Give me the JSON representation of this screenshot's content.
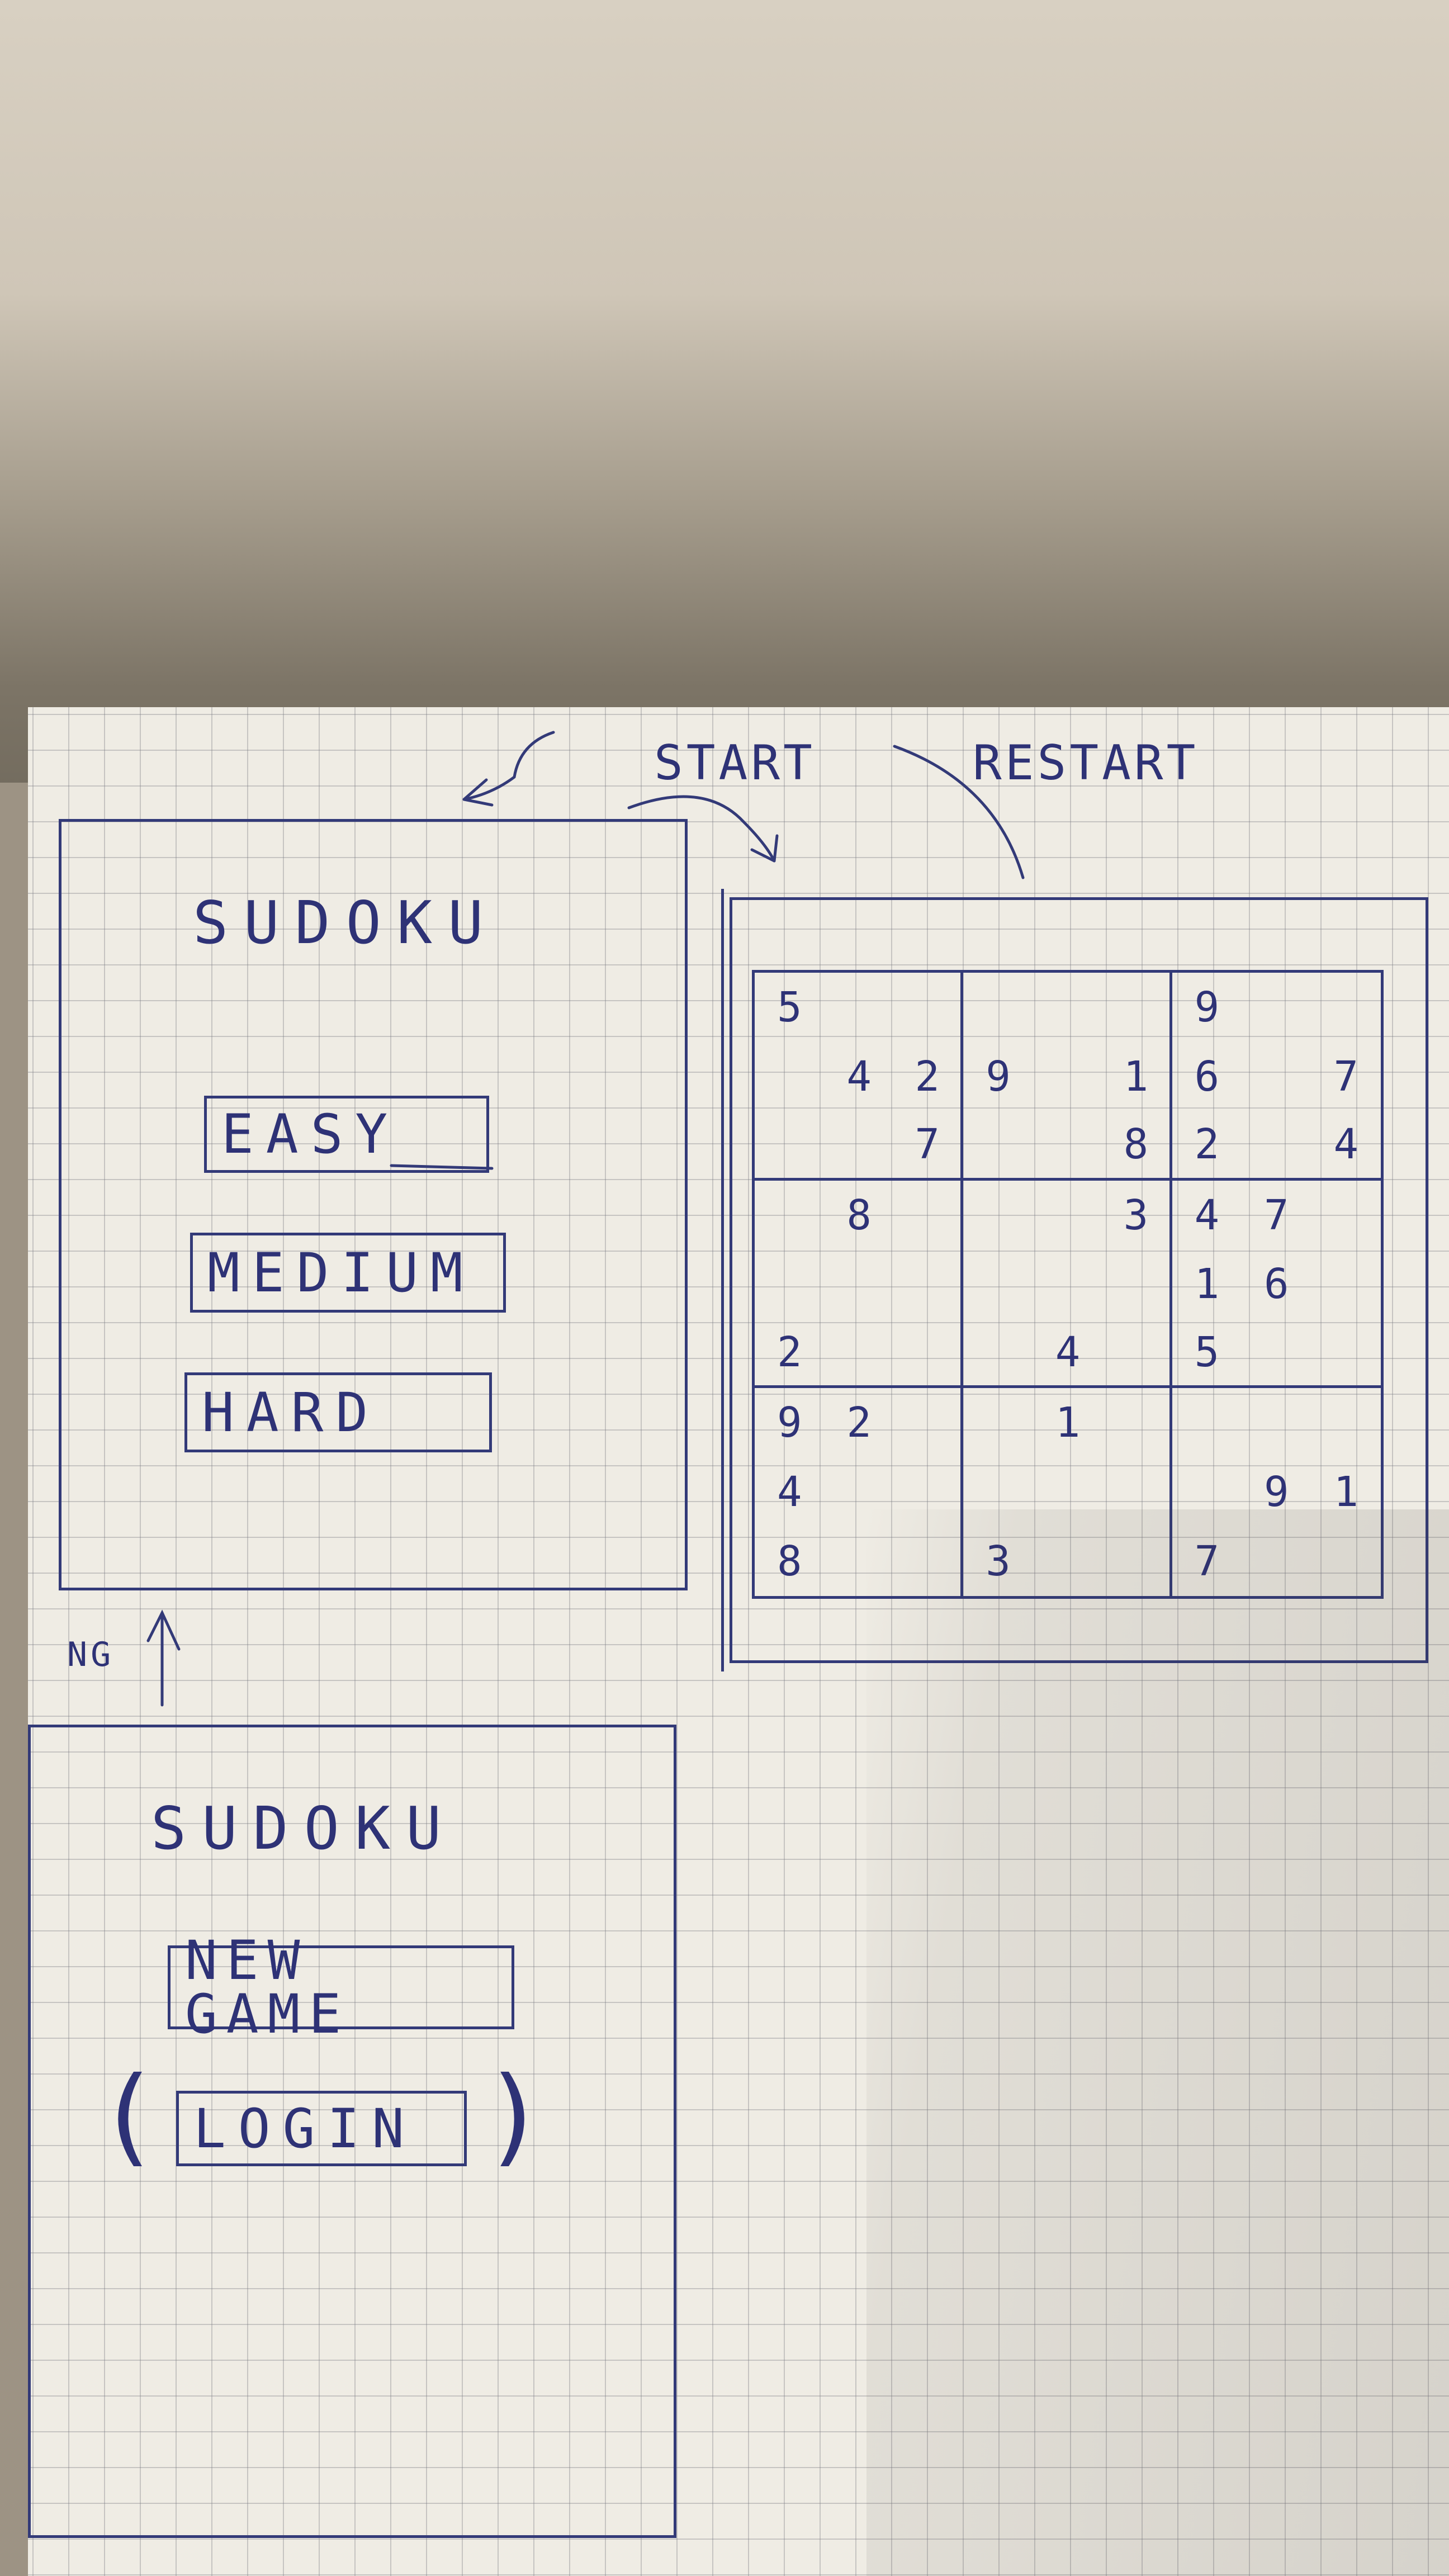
{
  "screen_menu": {
    "title": "SUDOKU",
    "buttons": [
      "EASY",
      "MEDIUM",
      "HARD"
    ]
  },
  "screen_start": {
    "title": "SUDOKU",
    "new_game": "NEW GAME",
    "login": "LOGIN"
  },
  "annotations": {
    "start": "START",
    "restart": "RESTART",
    "ng": "NG"
  },
  "board": [
    [
      "5",
      "",
      "",
      "",
      "",
      "",
      "9",
      "",
      ""
    ],
    [
      "",
      "4",
      "2",
      "9",
      "",
      "1",
      "6",
      "",
      "7"
    ],
    [
      "",
      "",
      "7",
      "",
      "",
      "8",
      "2",
      "",
      "4"
    ],
    [
      "",
      "8",
      "",
      "",
      "",
      "3",
      "4",
      "7",
      ""
    ],
    [
      "",
      "",
      "",
      "",
      "",
      "",
      "1",
      "6",
      ""
    ],
    [
      "2",
      "",
      "",
      "",
      "4",
      "",
      "5",
      "",
      ""
    ],
    [
      "9",
      "2",
      "",
      "",
      "1",
      "",
      "",
      "",
      ""
    ],
    [
      "4",
      "",
      "",
      "",
      "",
      "",
      "",
      "9",
      "1"
    ],
    [
      "8",
      "",
      "",
      "3",
      "",
      "",
      "7",
      "",
      ""
    ]
  ]
}
